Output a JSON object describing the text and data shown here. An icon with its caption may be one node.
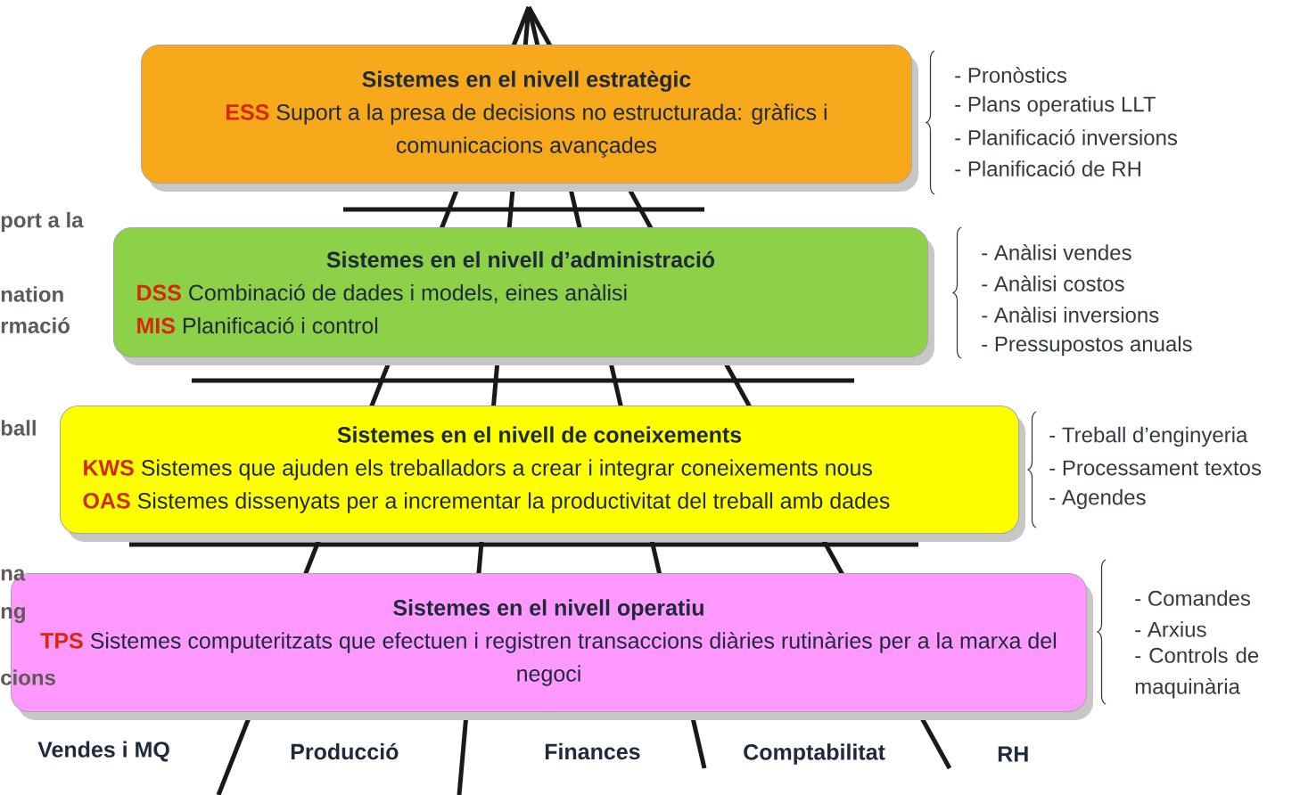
{
  "diagram": {
    "nodes": [
      {
        "text": [
          "Sistemes en el nivell estratègic",
          "ESS",
          "Suport a la presa de decisions no estructurada: gràfics i comunicacions avançades"
        ]
      },
      {
        "text": [
          "Sistemes en el nivell d’administració",
          "DSS",
          "Combinació de dades i models, eines anàlisi",
          "MIS",
          "Planificació i control"
        ]
      },
      {
        "text": [
          "Sistemes en el nivell de coneixements",
          "KWS",
          "Sistemes que ajuden els treballadors a crear i integrar coneixements nous",
          "OAS",
          "Sistemes dissenyats per a incrementar la productivitat del treball amb dades"
        ]
      },
      {
        "text": [
          "Sistemes en el nivell operatiu",
          "TPS",
          "Sistemes computeritzats que efectuen i registren transaccions diàries rutinàries per a la marxa del negoci"
        ]
      }
    ],
    "labels": [
      "- Pronòstics",
      "- Plans operatius LLT",
      "- Planificació inversions",
      "- Planificació de RH",
      "- Anàlisi vendes",
      "- Anàlisi costos",
      "- Anàlisi inversions",
      "- Pressupostos anuals",
      "- Treball d’enginyeria",
      "- Processament textos",
      "- Agendes",
      "- Comandes",
      "- Arxius",
      "- Controls de maquinària",
      "port a la",
      "nation",
      "rmació",
      "ball",
      "na",
      "ng",
      "cions",
      "Vendes i MQ",
      "Producció",
      "Finances",
      "Comptabilitat",
      "RH"
    ]
  }
}
